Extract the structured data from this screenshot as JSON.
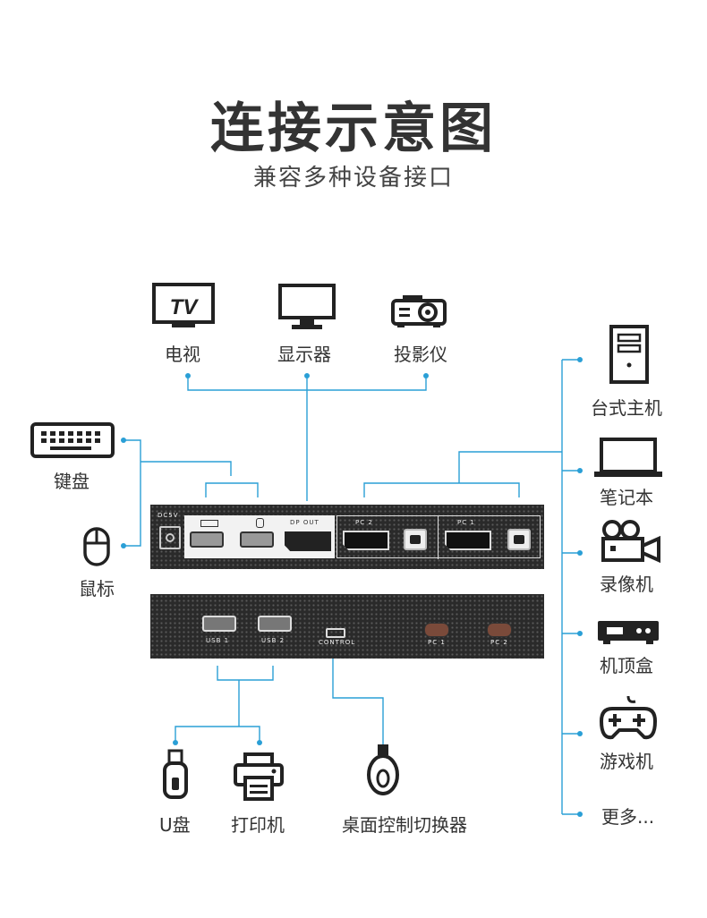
{
  "header": {
    "title": "连接示意图",
    "subtitle": "兼容多种设备接口"
  },
  "top_devices": [
    {
      "name": "电视",
      "icon": "tv-icon",
      "icon_text": "TV"
    },
    {
      "name": "显示器",
      "icon": "monitor-icon"
    },
    {
      "name": "投影仪",
      "icon": "projector-icon"
    }
  ],
  "left_devices": [
    {
      "name": "键盘",
      "icon": "keyboard-icon"
    },
    {
      "name": "鼠标",
      "icon": "mouse-icon"
    }
  ],
  "right_devices": [
    {
      "name": "台式主机",
      "icon": "desktop-tower-icon"
    },
    {
      "name": "笔记本",
      "icon": "laptop-icon"
    },
    {
      "name": "录像机",
      "icon": "camcorder-icon"
    },
    {
      "name": "机顶盒",
      "icon": "set-top-box-icon"
    },
    {
      "name": "游戏机",
      "icon": "gamepad-icon"
    },
    {
      "name": "更多...",
      "icon": ""
    }
  ],
  "bottom_devices": [
    {
      "name": "U盘",
      "icon": "usb-drive-icon"
    },
    {
      "name": "打印机",
      "icon": "printer-icon"
    },
    {
      "name": "桌面控制切换器",
      "icon": "desktop-controller-icon"
    }
  ],
  "switch_back": {
    "power_label": "DC5V",
    "dp_out_label": "DP OUT",
    "pc2_label": "PC 2",
    "pc1_label": "PC 1"
  },
  "switch_front": {
    "usb1_label": "USB 1",
    "usb2_label": "USB 2",
    "control_label": "CONTROL",
    "pc1_label": "PC 1",
    "pc2_label": "PC 2"
  },
  "colors": {
    "line": "#2a9fd6",
    "text": "#333333",
    "device_body": "#2a2a2a"
  }
}
